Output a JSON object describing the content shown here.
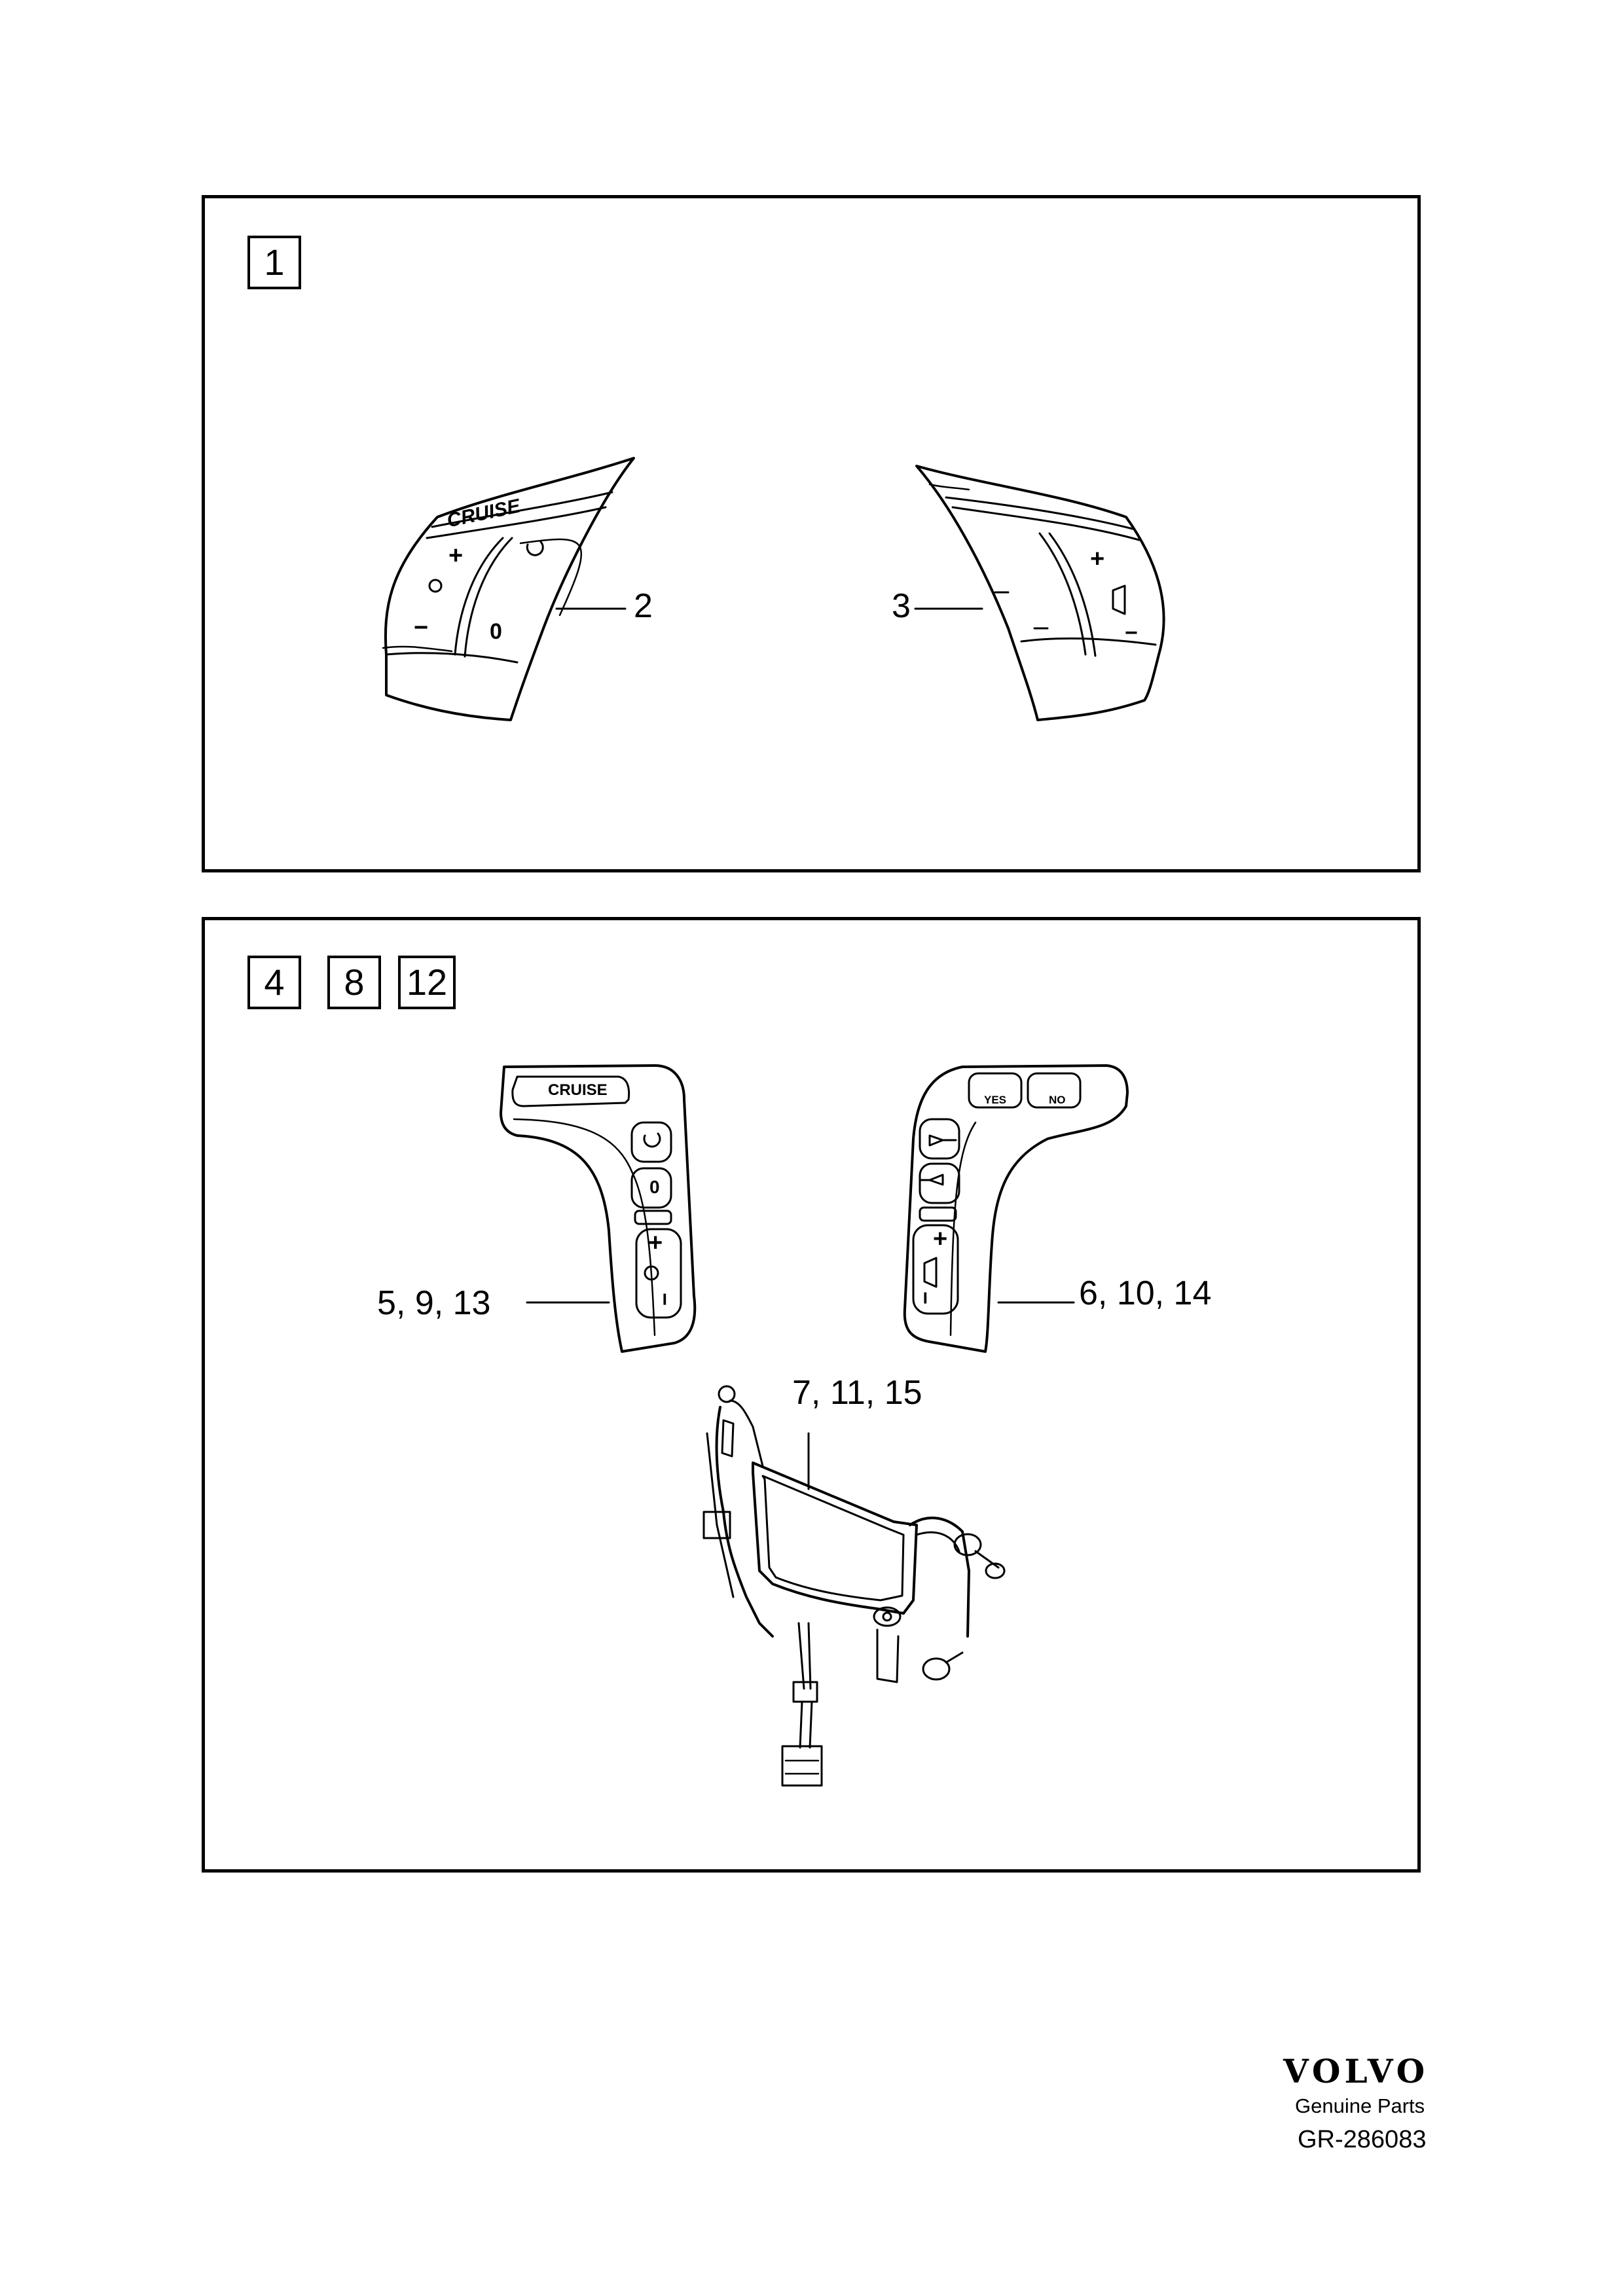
{
  "panels": [
    {
      "ref_numbers": [
        "1"
      ],
      "callouts": [
        "2",
        "3"
      ]
    },
    {
      "ref_numbers": [
        "4",
        "8",
        "12"
      ],
      "callouts": [
        "5,  9,  13",
        "6, 10, 14",
        "7, 11, 15"
      ]
    }
  ],
  "switch_labels": {
    "cruise_panel1": "CRUISE",
    "cruise_panel2": "CRUISE",
    "plus": "+",
    "minus": "−",
    "zero": "0",
    "yes": "YES",
    "no": "NO"
  },
  "footer": {
    "brand": "VOLVO",
    "subtitle": "Genuine Parts",
    "drawing_number": "GR-286083"
  }
}
